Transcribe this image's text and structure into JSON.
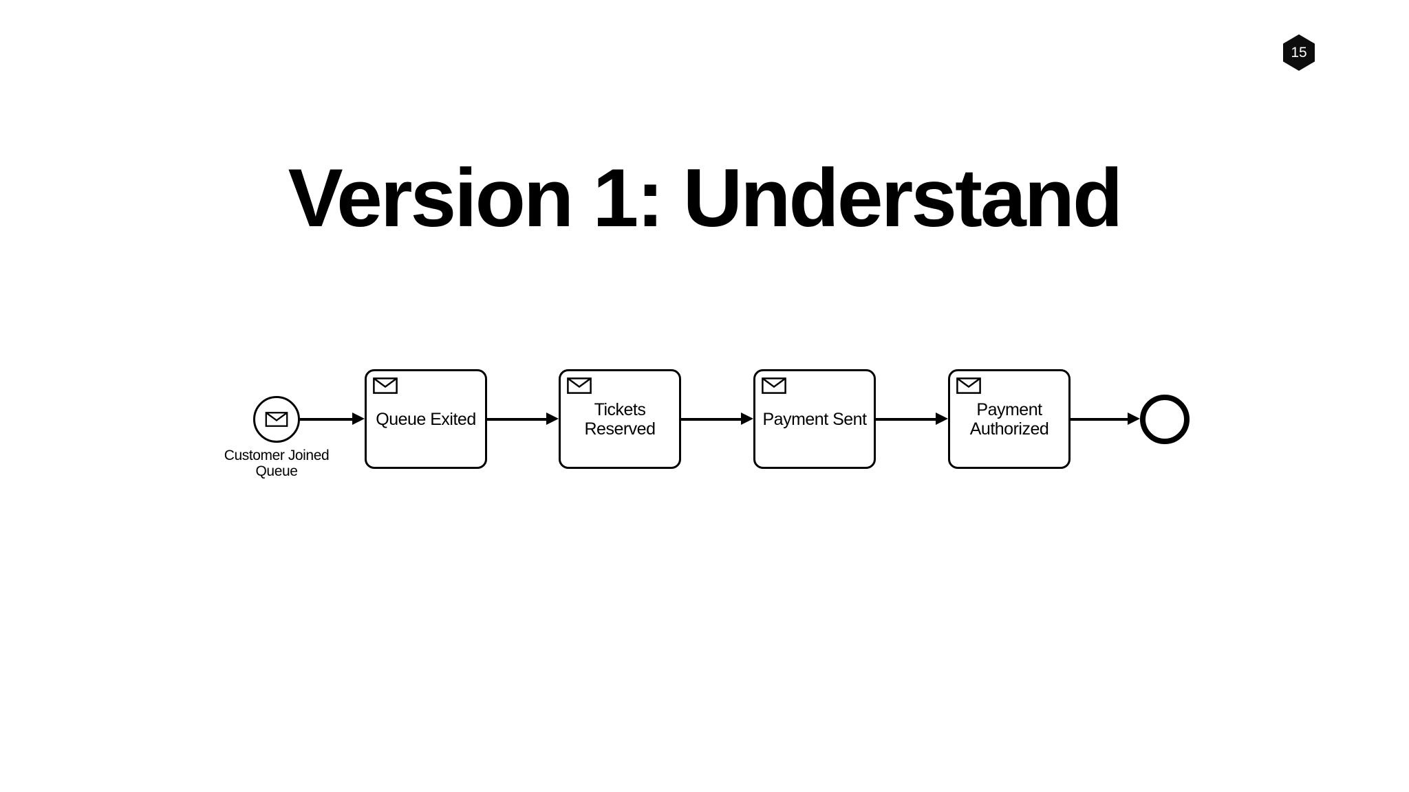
{
  "slide": {
    "title": "Version 1: Understand",
    "page_number": "15"
  },
  "colors": {
    "background": "#ffffff",
    "ink": "#000000",
    "badge_bg": "#0d0d0d",
    "badge_text": "#ffffff"
  },
  "diagram": {
    "type": "bpmn-process-flow",
    "start_event": {
      "kind": "message-start-event",
      "icon": "message-envelope-icon",
      "label": "Customer Joined\nQueue"
    },
    "tasks": [
      {
        "icon": "message-envelope-icon",
        "label": "Queue Exited"
      },
      {
        "icon": "message-envelope-icon",
        "label": "Tickets\nReserved"
      },
      {
        "icon": "message-envelope-icon",
        "label": "Payment Sent"
      },
      {
        "icon": "message-envelope-icon",
        "label": "Payment\nAuthorized"
      }
    ],
    "end_event": {
      "kind": "end-event"
    },
    "flow_order": [
      "Customer Joined Queue",
      "Queue Exited",
      "Tickets Reserved",
      "Payment Sent",
      "Payment Authorized",
      "End"
    ]
  }
}
